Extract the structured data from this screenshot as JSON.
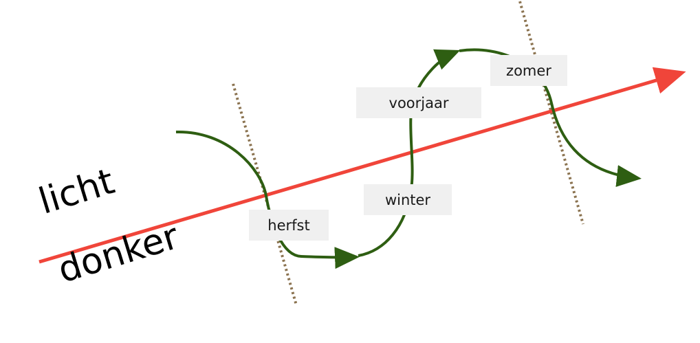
{
  "side_labels": {
    "light": "licht",
    "dark": "donker"
  },
  "seasons": {
    "autumn": "herfst",
    "winter": "winter",
    "spring": "voorjaar",
    "summer": "zomer"
  },
  "colors": {
    "axis": "#f0453a",
    "cycle": "#2e5e12",
    "equinox_line": "#8b7350",
    "label_bg": "#f0f0f0"
  }
}
